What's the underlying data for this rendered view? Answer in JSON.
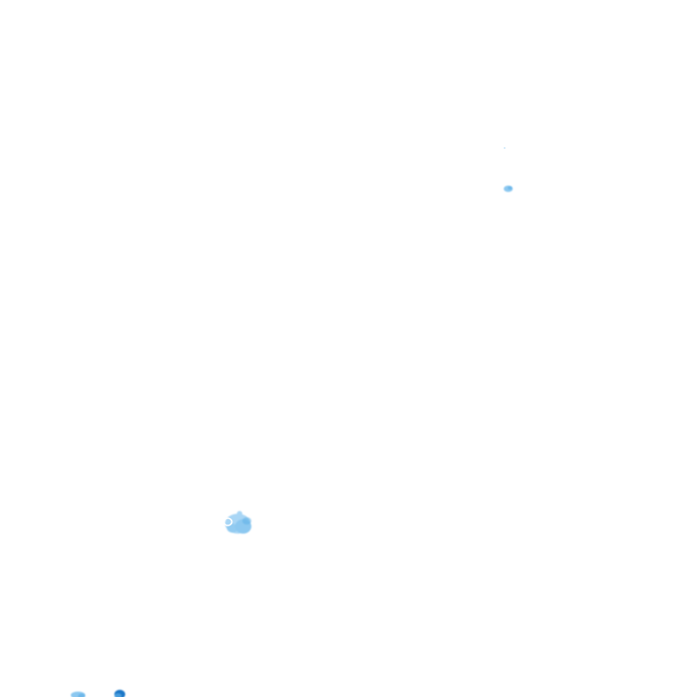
{
  "scene": {
    "background": "#ffffff",
    "speck_colors": {
      "pale": "#a9d6f5",
      "light": "#8cc8f0",
      "mid": "#5aaee6",
      "deep": "#1f78c8"
    },
    "specks": [
      {
        "name": "tiny-dot-upper-right",
        "kind": "dot"
      },
      {
        "name": "small-speck-upper-right",
        "kind": "speck"
      },
      {
        "name": "cluster-speck-lower-left",
        "kind": "cluster"
      },
      {
        "name": "edge-fragment-bottom-left",
        "kind": "fragment"
      },
      {
        "name": "edge-fragment-bottom-left-dark",
        "kind": "fragment"
      }
    ]
  }
}
